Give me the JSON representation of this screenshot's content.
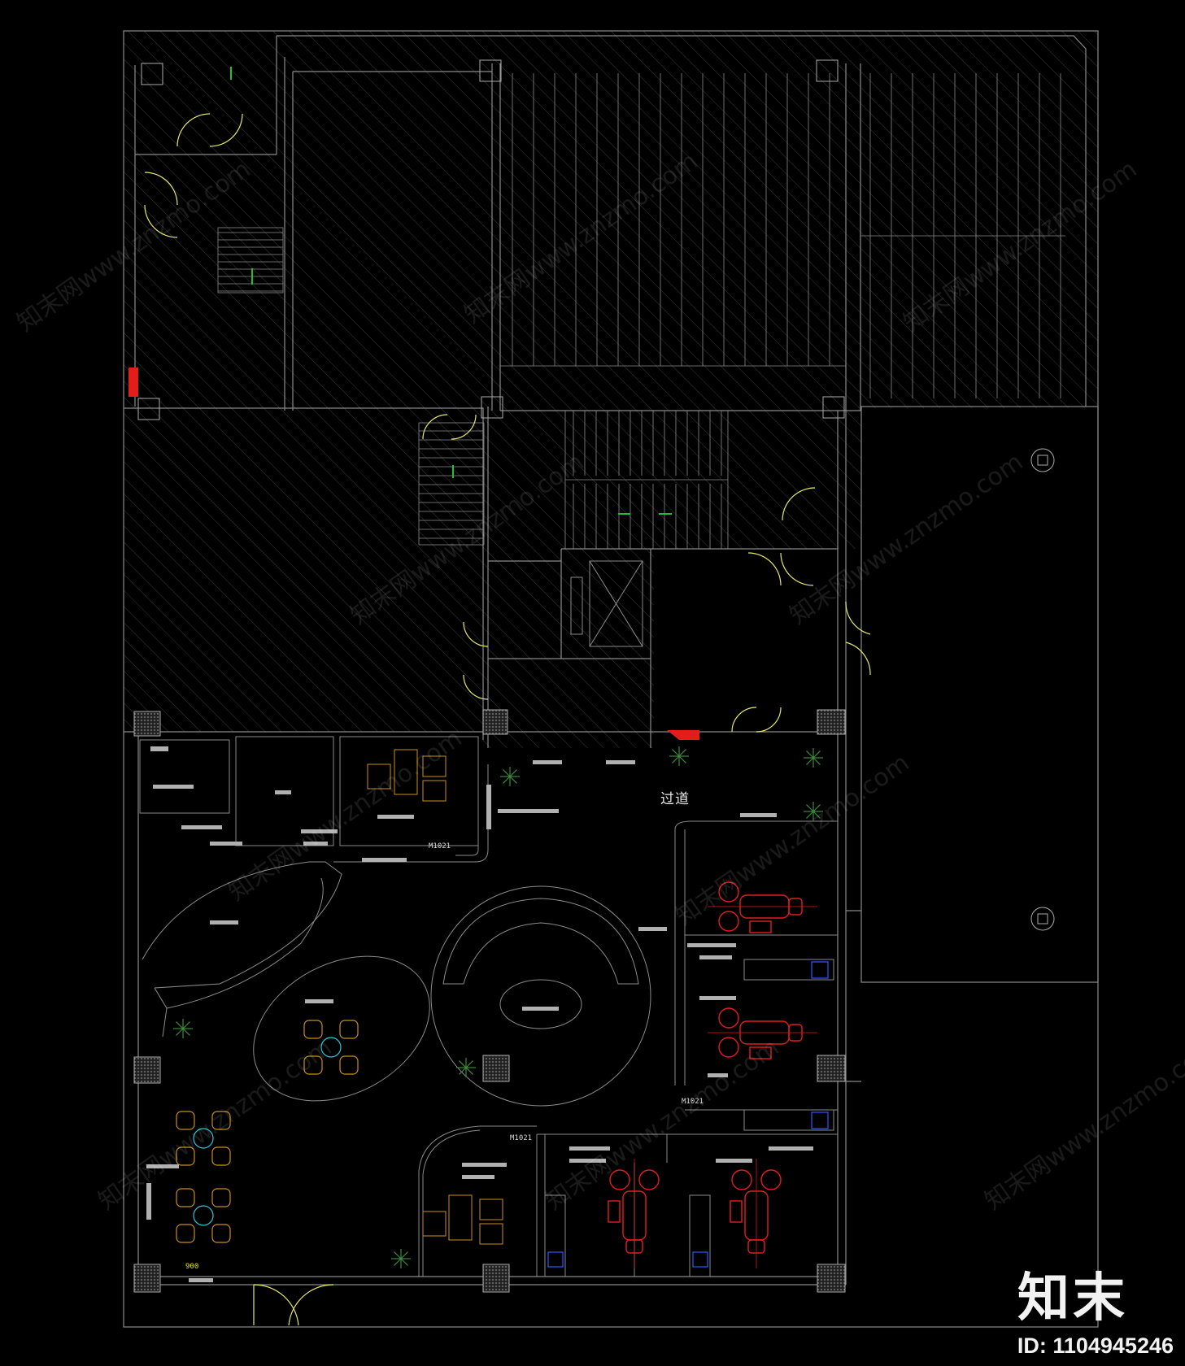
{
  "plan": {
    "room_labels": {
      "corridor": "过道"
    },
    "door_tags": [
      "M1021",
      "M1021",
      "M1021"
    ],
    "dimension": "900"
  },
  "branding": {
    "logo": "知末",
    "id": "ID: 1104945246",
    "watermark": "知末网www.znzmo.com"
  },
  "colors": {
    "background": "#000000",
    "walls": "#8a8a8a",
    "hatch": "#3a3a3a",
    "doors": "#e6e66e",
    "furniture_red": "#e31c1c",
    "furniture_gold": "#c8901e",
    "furniture_cyan": "#2ec8d8",
    "plants": "#3e8a3e",
    "arrows": "#1fbf3a",
    "sink_blue": "#2a5cff"
  }
}
